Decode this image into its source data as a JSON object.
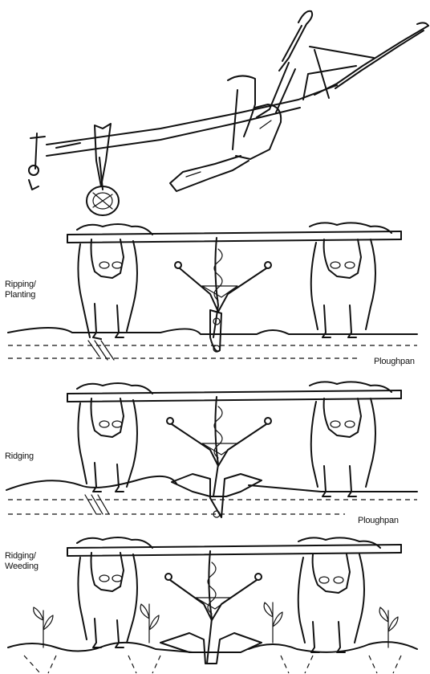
{
  "panels": [
    {
      "id": "ripping",
      "label_lines": [
        "Ripping/",
        "Planting"
      ],
      "ground_label": "Ploughpan"
    },
    {
      "id": "ridging",
      "label_lines": [
        "Ridging"
      ],
      "ground_label": "Ploughpan"
    },
    {
      "id": "ridging-weeding",
      "label_lines": [
        "Ridging/",
        "Weeding"
      ],
      "ground_label": ""
    }
  ],
  "colors": {
    "ink": "#111111",
    "background": "#ffffff"
  },
  "icons": {
    "plough": "mouldboard-plough-illustration",
    "ox": "ox-illustration",
    "implement": "tine-implement-illustration",
    "crop": "crop-seedling-illustration"
  }
}
